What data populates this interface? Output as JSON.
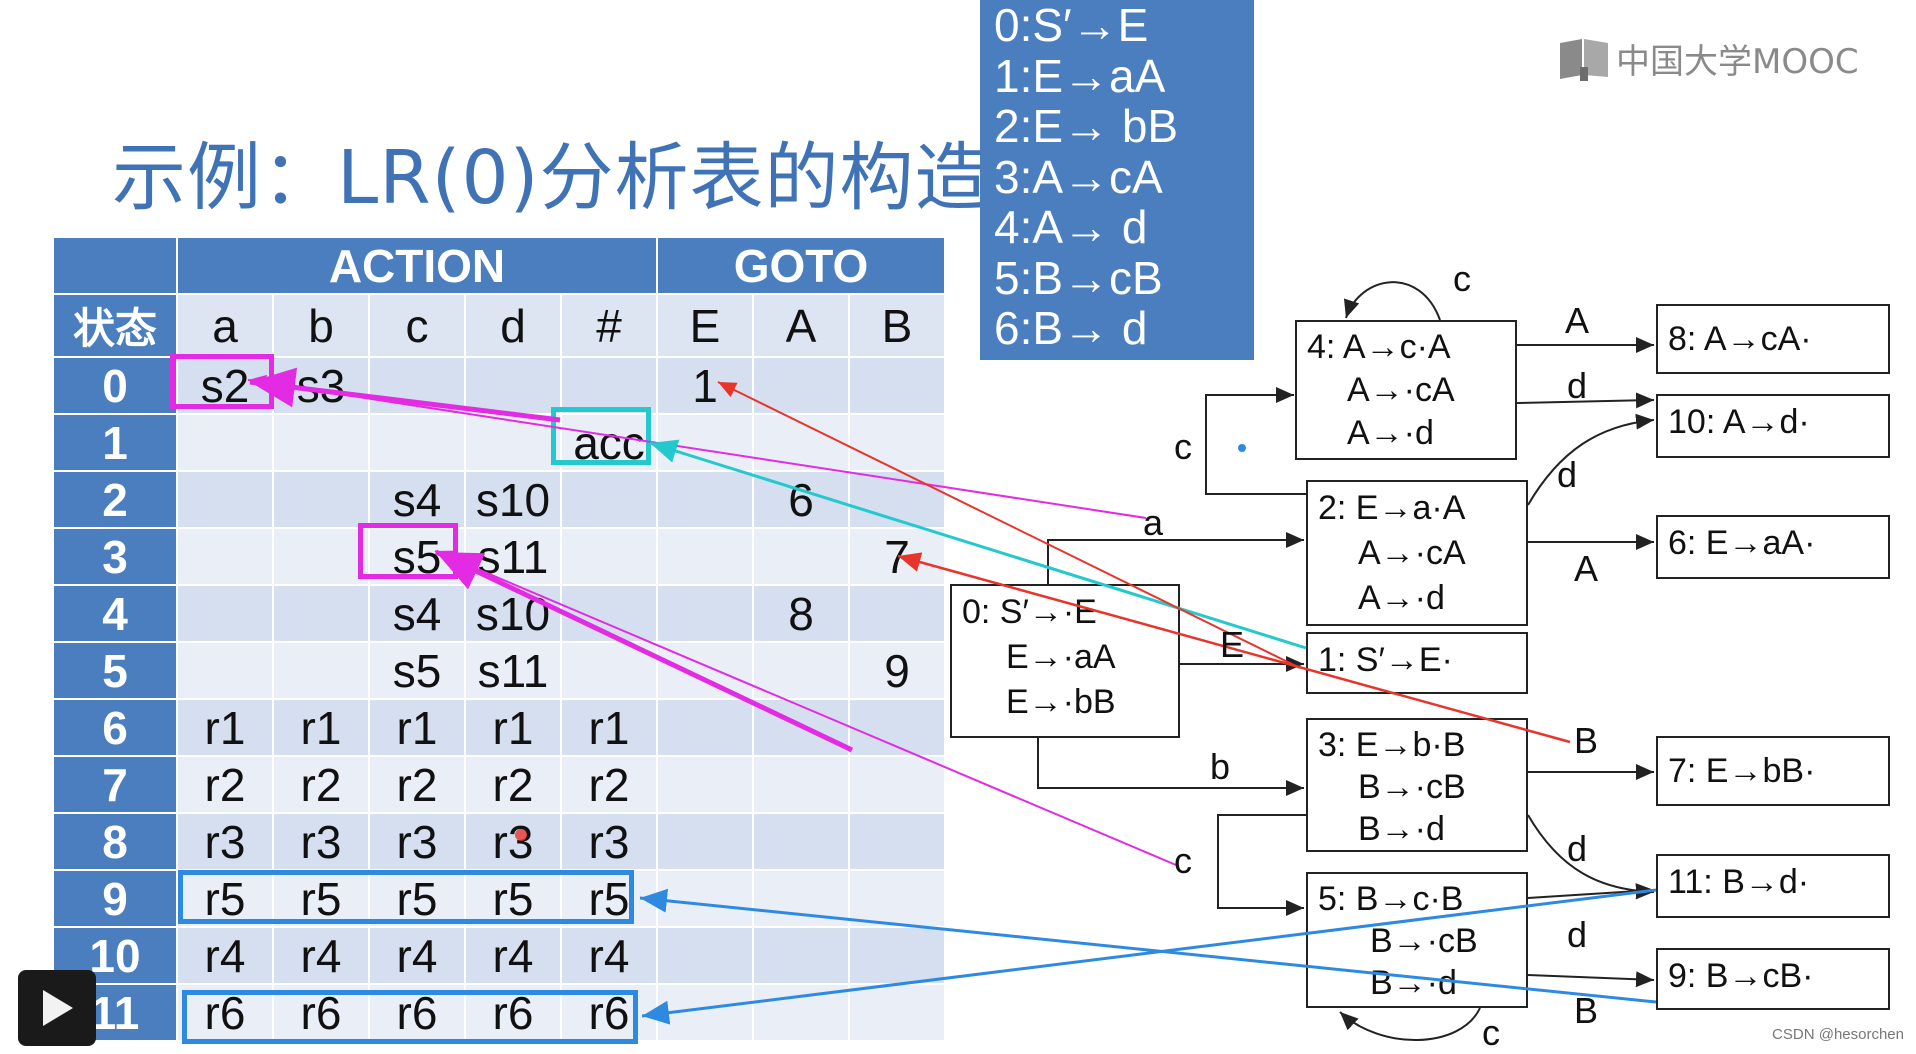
{
  "title": "示例：LR(0)分析表的构造",
  "logo_text": "中国大学MOOC",
  "grammar": [
    "0:S′→E",
    "1:E→aA",
    "2:E→ bB",
    "3:A→cA",
    "4:A→ d",
    "5:B→cB",
    "6:B→ d"
  ],
  "table": {
    "header_action": "ACTION",
    "header_goto": "GOTO",
    "state_label": "状态",
    "columns": [
      "a",
      "b",
      "c",
      "d",
      "#",
      "E",
      "A",
      "B"
    ],
    "rows": [
      {
        "state": "0",
        "cells": [
          "s2",
          "s3",
          "",
          "",
          "",
          "1",
          "",
          ""
        ]
      },
      {
        "state": "1",
        "cells": [
          "",
          "",
          "",
          "",
          "acc",
          "",
          "",
          ""
        ]
      },
      {
        "state": "2",
        "cells": [
          "",
          "",
          "s4",
          "s10",
          "",
          "",
          "6",
          ""
        ]
      },
      {
        "state": "3",
        "cells": [
          "",
          "",
          "s5",
          "s11",
          "",
          "",
          "",
          "7"
        ]
      },
      {
        "state": "4",
        "cells": [
          "",
          "",
          "s4",
          "s10",
          "",
          "",
          "8",
          ""
        ]
      },
      {
        "state": "5",
        "cells": [
          "",
          "",
          "s5",
          "s11",
          "",
          "",
          "",
          "9"
        ]
      },
      {
        "state": "6",
        "cells": [
          "r1",
          "r1",
          "r1",
          "r1",
          "r1",
          "",
          "",
          ""
        ]
      },
      {
        "state": "7",
        "cells": [
          "r2",
          "r2",
          "r2",
          "r2",
          "r2",
          "",
          "",
          ""
        ]
      },
      {
        "state": "8",
        "cells": [
          "r3",
          "r3",
          "r3",
          "r3",
          "r3",
          "",
          "",
          ""
        ]
      },
      {
        "state": "9",
        "cells": [
          "r5",
          "r5",
          "r5",
          "r5",
          "r5",
          "",
          "",
          ""
        ]
      },
      {
        "state": "10",
        "cells": [
          "r4",
          "r4",
          "r4",
          "r4",
          "r4",
          "",
          "",
          ""
        ]
      },
      {
        "state": "11",
        "cells": [
          "r6",
          "r6",
          "r6",
          "r6",
          "r6",
          "",
          "",
          ""
        ]
      }
    ]
  },
  "dfa": {
    "s0": [
      "0: S′→·E",
      "E→·aA",
      "E→·bB"
    ],
    "s1": [
      "1: S′→E·"
    ],
    "s2": [
      "2: E→a·A",
      "A→·cA",
      "A→·d"
    ],
    "s3": [
      "3: E→b·B",
      "B→·cB",
      "B→·d"
    ],
    "s4": [
      "4: A→c·A",
      "A→·cA",
      "A→·d"
    ],
    "s5": [
      "5:  B→c·B",
      "B→·cB",
      "B→·d"
    ],
    "s6": [
      "6:  E→aA·"
    ],
    "s7": [
      "7:  E→bB·"
    ],
    "s8": [
      "8:  A→cA·"
    ],
    "s9": [
      "9:  B→cB·"
    ],
    "s10": [
      "10:  A→d·"
    ],
    "s11": [
      "11:  B→d·"
    ],
    "labels": {
      "c_loop4": "c",
      "A_4_8": "A",
      "d_4_10": "d",
      "c_2_4": "c",
      "d_2_10": "d",
      "a_0_2": "a",
      "A_2_6": "A",
      "E_0_1": "E",
      "b_0_3": "b",
      "B_3_7": "B",
      "c_3_5": "c",
      "d_3_11": "d",
      "d_5_11": "d",
      "B_5_9": "B",
      "c_loop5": "c"
    }
  },
  "watermark": "CSDN @hesorchen",
  "colors": {
    "blue": "#4a7ebf",
    "magenta": "#e22be2",
    "cyan": "#24c9cd",
    "red": "#e8352b",
    "lightblue": "#2e8ae0"
  }
}
